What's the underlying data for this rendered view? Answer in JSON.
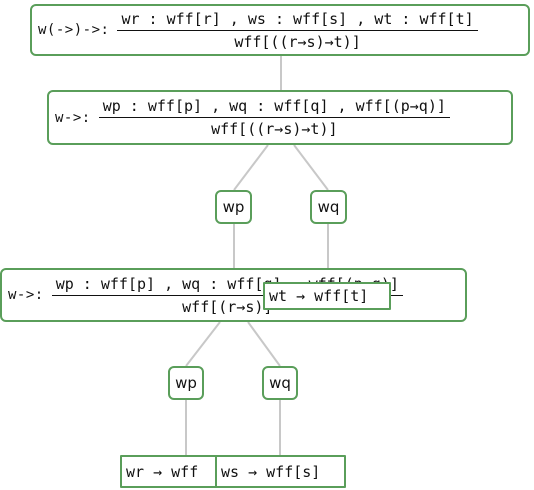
{
  "nodes": {
    "root": {
      "name": "w(->)->:",
      "premise": "wr : wff[r] , ws : wff[s] , wt : wff[t]",
      "conclusion": "wff[((r→s)→t)]"
    },
    "mid": {
      "name": "w->:",
      "premise": "wp : wff[p] , wq : wff[q] , wff[(p→q)]",
      "conclusion": "wff[((r→s)→t)]"
    },
    "wp_upper": {
      "label": "wp"
    },
    "wq_upper": {
      "label": "wq"
    },
    "lower": {
      "name": "w->:",
      "premise": "wp : wff[p] , wq : wff[q] , wff[(p→q)]",
      "conclusion": "wff[(r→s)]"
    },
    "wt_sub": {
      "label": "wt → wff[t]"
    },
    "wp_lower": {
      "label": "wp"
    },
    "wq_lower": {
      "label": "wq"
    },
    "wr_sub": {
      "label": "wr → wff"
    },
    "ws_sub": {
      "label": "ws → wff[s]"
    }
  },
  "colors": {
    "node_border": "#5a9e5a",
    "edge": "#c8c8c8",
    "text": "#111111",
    "background": "#ffffff"
  }
}
